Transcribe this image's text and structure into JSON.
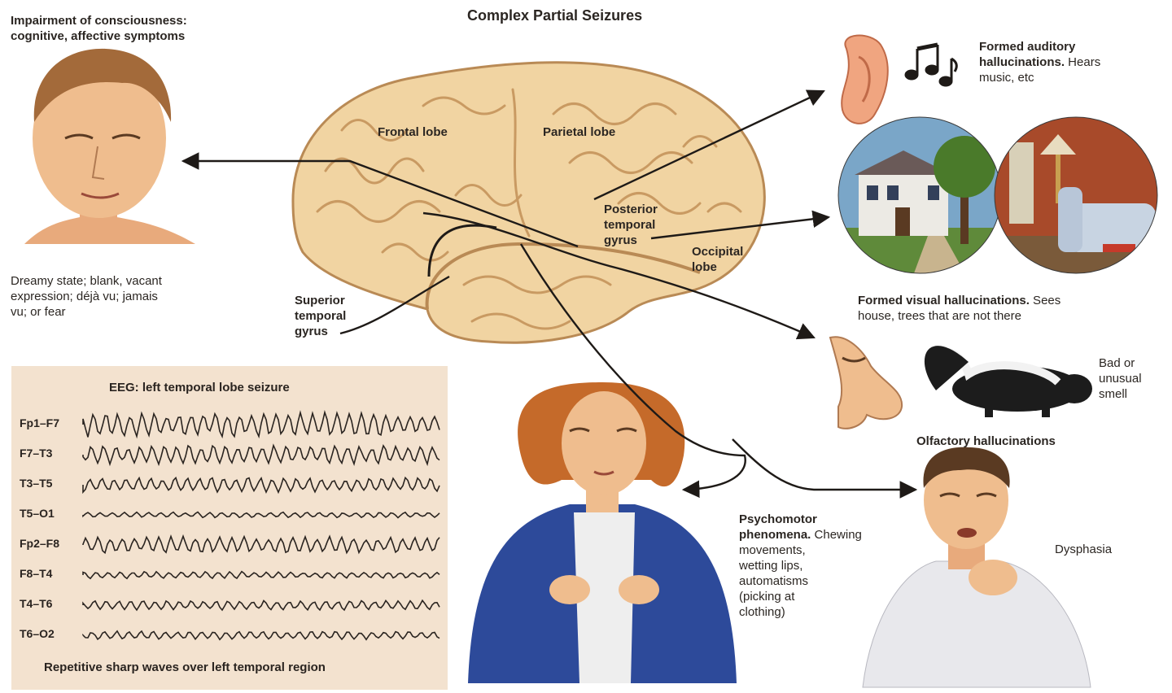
{
  "title": "Complex Partial Seizures",
  "consciousness": {
    "heading_line1": "Impairment of consciousness:",
    "heading_line2": "cognitive, affective symptoms",
    "desc_line1": "Dreamy state; blank, vacant",
    "desc_line2": "expression; déjà vu; jamais",
    "desc_line3": "vu; or fear"
  },
  "brain_labels": {
    "frontal": "Frontal lobe",
    "parietal": "Parietal lobe",
    "posterior_line1": "Posterior",
    "posterior_line2": "temporal",
    "posterior_line3": "gyrus",
    "occipital_line1": "Occipital",
    "occipital_line2": "lobe",
    "superior_line1": "Superior",
    "superior_line2": "temporal",
    "superior_line3": "gyrus"
  },
  "auditory": {
    "bold_line1": "Formed auditory",
    "bold_line2": "hallucinations.",
    "rest_line2": " Hears",
    "line3": "music, etc"
  },
  "visual": {
    "bold": "Formed visual hallucinations.",
    "rest": " Sees",
    "line2": "house, trees that are not there"
  },
  "olfactory": {
    "smell_line1": "Bad or",
    "smell_line2": "unusual",
    "smell_line3": "smell",
    "heading": "Olfactory hallucinations"
  },
  "psychomotor": {
    "bold_line1": "Psychomotor",
    "bold_line2": "phenomena.",
    "rest_line2": " Chewing",
    "line3": "movements,",
    "line4": "wetting lips,",
    "line5": "automatisms",
    "line6": "(picking at",
    "line7": "clothing)"
  },
  "dysphasia": "Dysphasia",
  "eeg": {
    "title": "EEG: left temporal lobe seizure",
    "caption": "Repetitive sharp waves over left temporal region",
    "leads": [
      {
        "label": "Fp1–F7",
        "amplitude": 0.9
      },
      {
        "label": "F7–T3",
        "amplitude": 0.7
      },
      {
        "label": "T3–T5",
        "amplitude": 0.55
      },
      {
        "label": "T5–O1",
        "amplitude": 0.2
      },
      {
        "label": "Fp2–F8",
        "amplitude": 0.6
      },
      {
        "label": "F8–T4",
        "amplitude": 0.25
      },
      {
        "label": "T4–T6",
        "amplitude": 0.35
      },
      {
        "label": "T6–O2",
        "amplitude": 0.3
      }
    ]
  },
  "colors": {
    "brain": "#f1d4a2",
    "brain_stroke": "#b98a55",
    "skin": "#efbd8e",
    "eeg_bg": "#f3e2cf",
    "cardigan": "#2d4a9a",
    "hair_red": "#c56a2a",
    "shirt": "#e8e8ec"
  }
}
